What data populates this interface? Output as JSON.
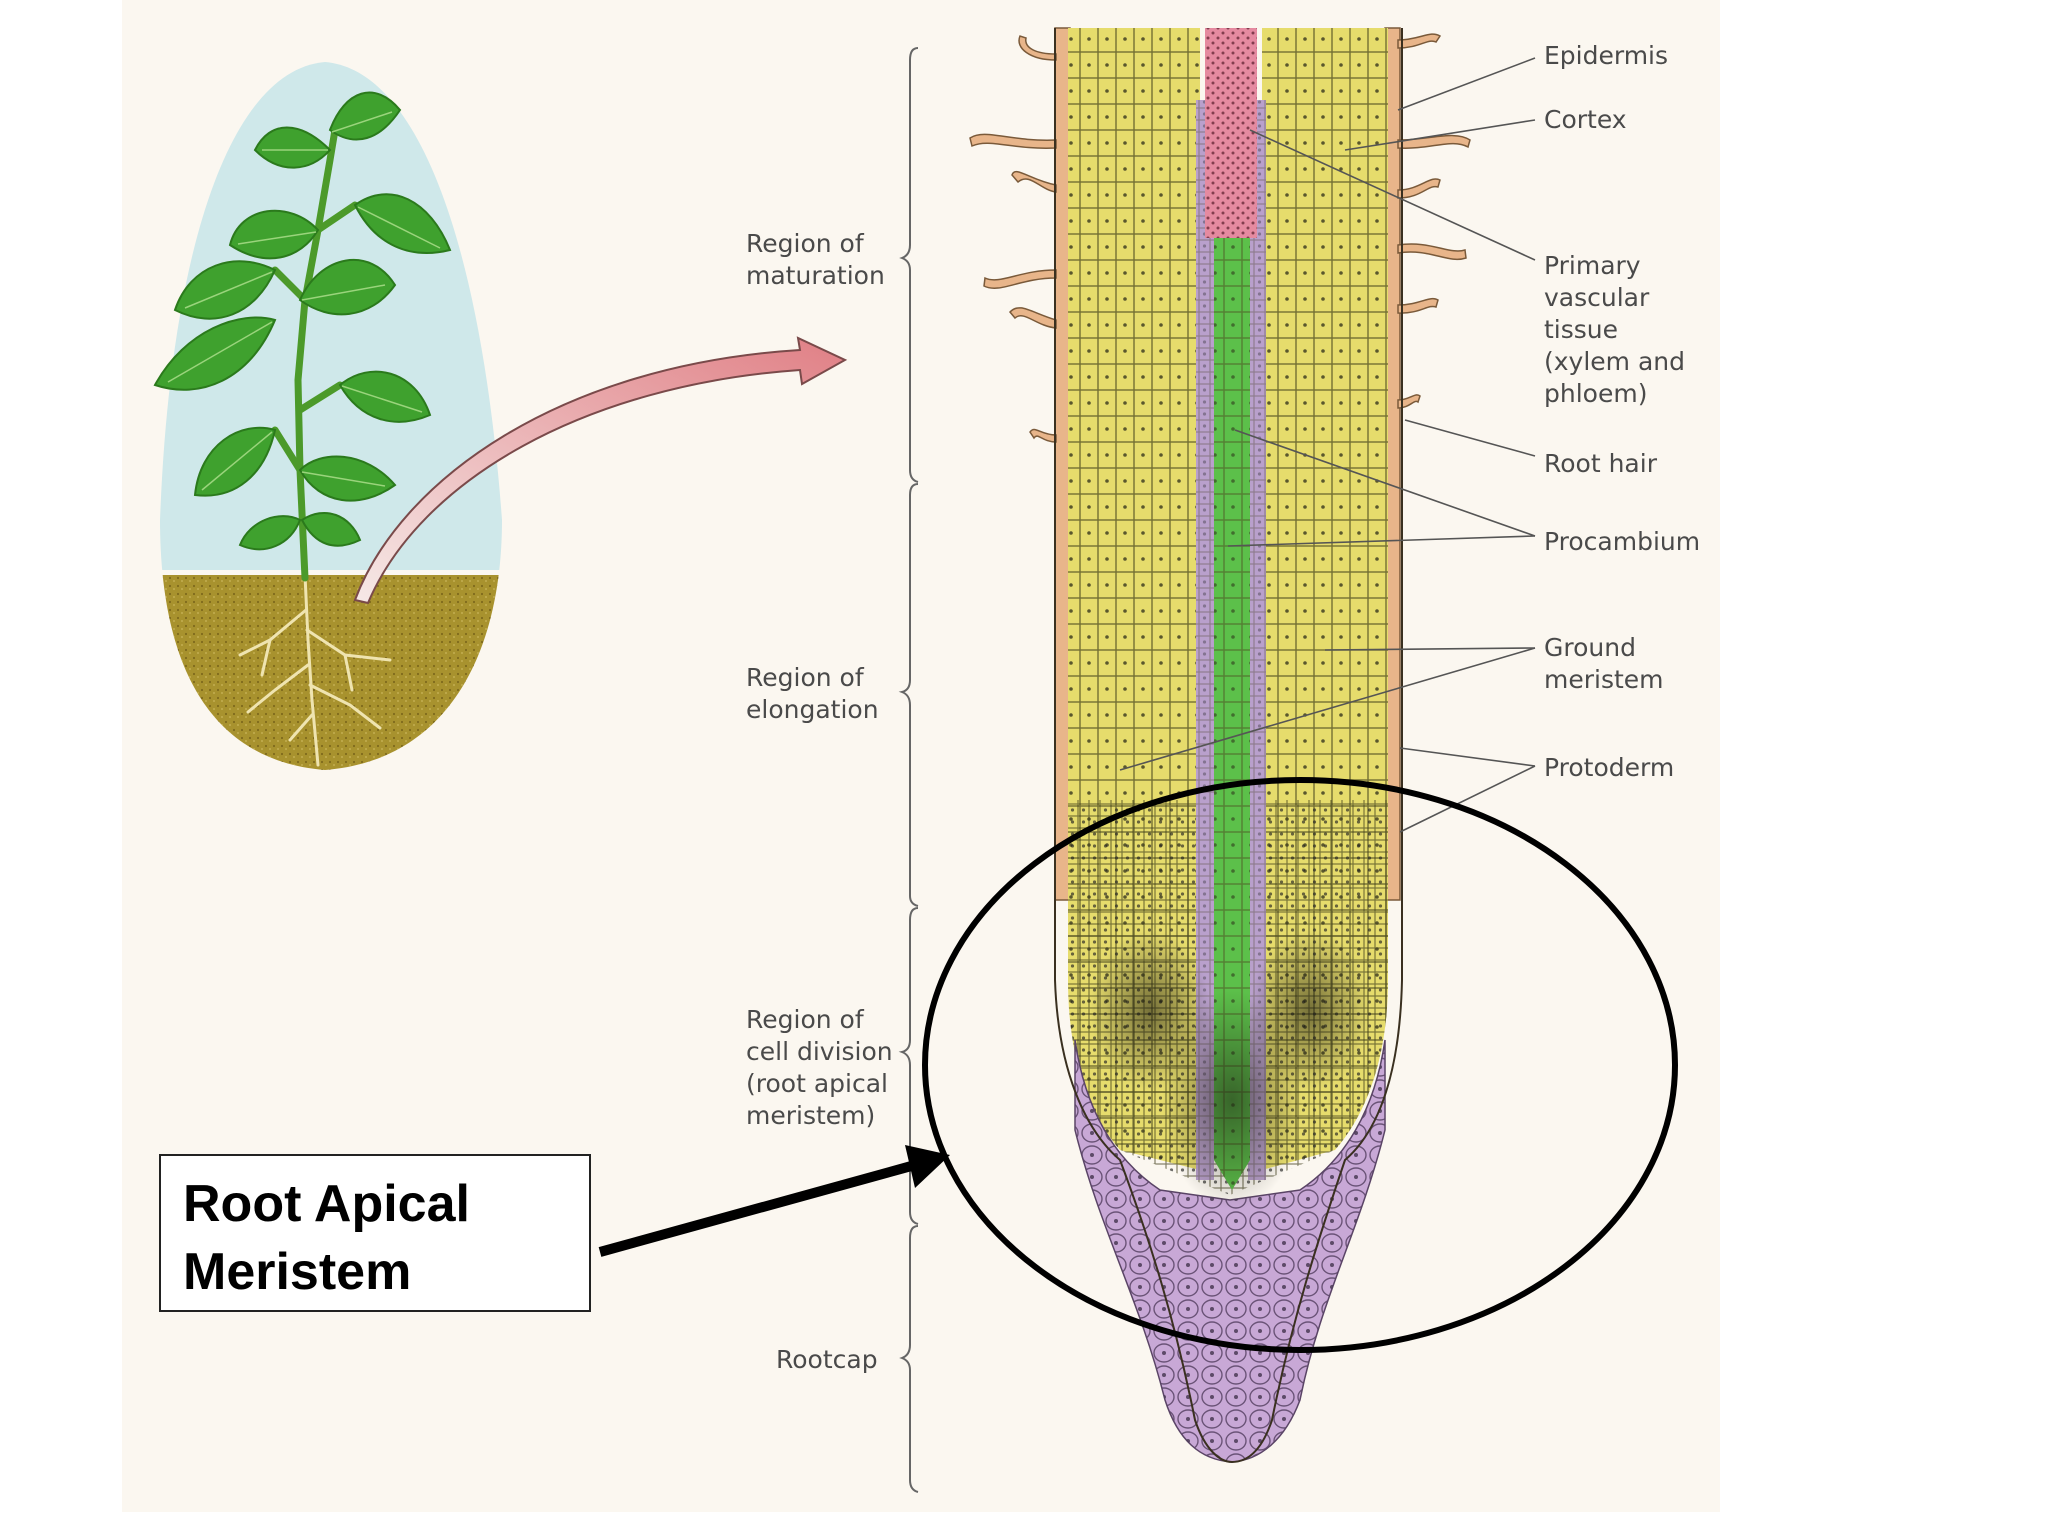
{
  "zones": [
    {
      "id": "maturation",
      "label": "Region of\nmaturation"
    },
    {
      "id": "elongation",
      "label": "Region of\nelongation"
    },
    {
      "id": "division",
      "label": "Region of\ncell division\n(root apical\nmeristem)"
    },
    {
      "id": "rootcap",
      "label": "Rootcap"
    }
  ],
  "tissues": [
    {
      "id": "epidermis",
      "label": "Epidermis"
    },
    {
      "id": "cortex",
      "label": "Cortex"
    },
    {
      "id": "vascular",
      "label": "Primary\nvascular\ntissue\n(xylem and\nphloem)"
    },
    {
      "id": "root-hair",
      "label": "Root hair"
    },
    {
      "id": "procambium",
      "label": "Procambium"
    },
    {
      "id": "ground-meristem",
      "label": "Ground\nmeristem"
    },
    {
      "id": "protoderm",
      "label": "Protoderm"
    }
  ],
  "callout": {
    "text": "Root Apical\nMeristem"
  },
  "colors": {
    "background": "#fbf7f0",
    "cortex": "#e6dc6c",
    "epidermis": "#e8b58a",
    "procambium": "#5cc04a",
    "vascular_pink": "#e58aa0",
    "pericycle": "#b9a0cc",
    "rootcap": "#c8a8d6",
    "soil": "#a8922e",
    "sky": "#cfe8ea",
    "leaf": "#3fa12e"
  }
}
